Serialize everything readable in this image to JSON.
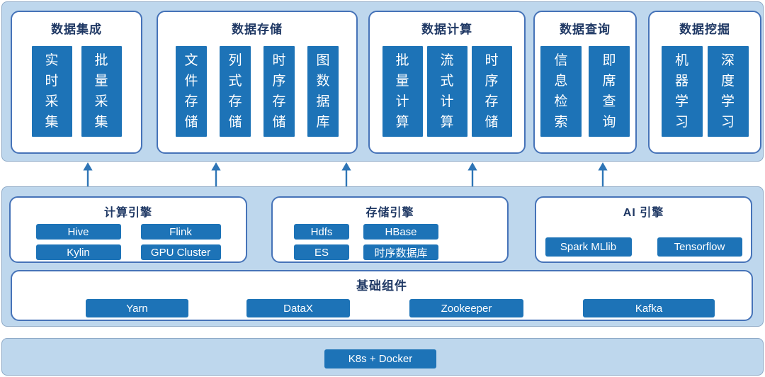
{
  "palette": {
    "band_fill": "#bed7ed",
    "band_border": "#8ea9c6",
    "box_border": "#4673b8",
    "card_blue": "#1d73b7",
    "navy": "#1f3864",
    "arrow_blue": "#2e75b6"
  },
  "top_band": {
    "groups": [
      {
        "title": "数据集成",
        "cards": [
          "实时采集",
          "批量采集"
        ]
      },
      {
        "title": "数据存储",
        "cards": [
          "文件存储",
          "列式存储",
          "时序存储",
          "图数据库"
        ]
      },
      {
        "title": "数据计算",
        "cards": [
          "批量计算",
          "流式计算",
          "时序存储"
        ]
      },
      {
        "title": "数据查询",
        "cards": [
          "信息检索",
          "即席查询"
        ]
      },
      {
        "title": "数据挖掘",
        "cards": [
          "机器学习",
          "深度学习"
        ]
      }
    ]
  },
  "middle_band": {
    "engines": [
      {
        "title": "计算引擎",
        "buttons": [
          "Hive",
          "Flink",
          "Kylin",
          "GPU Cluster"
        ]
      },
      {
        "title": "存储引擎",
        "buttons": [
          "Hdfs",
          "HBase",
          "ES",
          "时序数据库"
        ]
      },
      {
        "title": "AI 引擎",
        "buttons": [
          "Spark MLlib",
          "Tensorflow"
        ]
      }
    ],
    "foundation": {
      "title": "基础组件",
      "buttons": [
        "Yarn",
        "DataX",
        "Zookeeper",
        "Kafka"
      ]
    }
  },
  "bottom_band": {
    "button": "K8s + Docker"
  }
}
